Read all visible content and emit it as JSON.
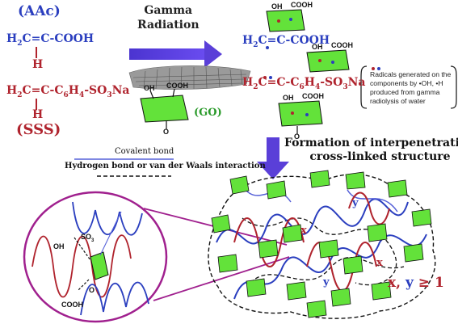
{
  "monomers": {
    "aac_label": "(AAc)",
    "aac_formula_left": "H",
    "aac_formula_mid": "C=C-COOH",
    "aac_h": "H",
    "sss_label": "(SSS)",
    "sss_formula": "H",
    "sss_formula_mid": "C=C-C",
    "sss_formula_h4": "H",
    "sss_formula_end": "-SO",
    "sss_h": "H"
  },
  "reaction": {
    "gamma_line1": "Gamma",
    "gamma_line2": "Radiation",
    "go_label": "(GO)"
  },
  "products": {
    "aac_radical": "H",
    "aac_radical_mid": "C=C-COOH",
    "sss_radical": "H",
    "sss_radical_mid": "C=C-C",
    "sss_radical_h4": "H",
    "sss_radical_end": "-SO",
    "go_groups_oh": "OH",
    "go_groups_cooh": "COOH",
    "go_o": "O"
  },
  "radical_note": "Radicals generated on the components by •OH, •H produced from gamma radiolysis of water",
  "formation": {
    "line1": "Formation of interpenetrating",
    "line2": "cross-linked structure"
  },
  "legend": {
    "covalent": "Covalent bond",
    "hbond": "Hydrogen bond or van der Waals interaction"
  },
  "network": {
    "x_label": "x",
    "y_label": "y",
    "xy_x": "x",
    "xy_comma": ", ",
    "xy_y": "y",
    "xy_rel": " ≥ 1"
  },
  "zoom": {
    "so3": "SO",
    "oh": "OH",
    "o": "O",
    "cooh": "COOH",
    "sub3": "3",
    "sub_dash_o": "O"
  },
  "colors": {
    "red_chain": "#b0242e",
    "blue_chain": "#2b3fbf",
    "arrow": "#5a3fd8",
    "go_sheet": "#63e23a",
    "zoom_circle": "#a0208e"
  }
}
